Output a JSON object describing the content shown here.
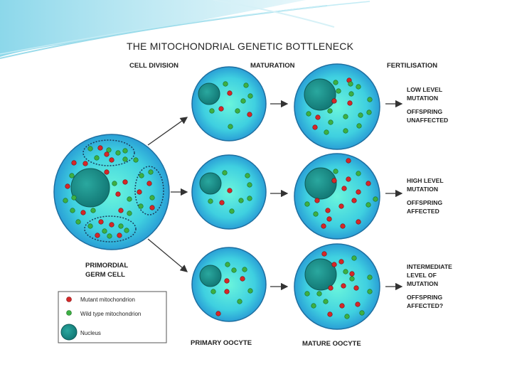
{
  "title": "THE MITOCHONDRIAL GENETIC BOTTLENECK",
  "stages": {
    "cell_division": "CELL DIVISION",
    "maturation": "MATURATION",
    "fertilisation": "FERTILISATION"
  },
  "cells": {
    "primordial": [
      "PRIMORDIAL",
      "GERM CELL"
    ],
    "primary_oocyte": "PRIMARY OOCYTE",
    "mature_oocyte": "MATURE OOCYTE"
  },
  "outcomes": [
    {
      "level": [
        "LOW LEVEL",
        "MUTATION"
      ],
      "result": [
        "OFFSPRING",
        "UNAFFECTED"
      ]
    },
    {
      "level": [
        "HIGH LEVEL",
        "MUTATION"
      ],
      "result": [
        "OFFSPRING",
        "AFFECTED"
      ]
    },
    {
      "level": [
        "INTERMEDIATE",
        "LEVEL OF",
        "MUTATION"
      ],
      "result": [
        "OFFSPRING",
        "AFFECTED?"
      ]
    }
  ],
  "legend": {
    "mutant": "Mutant mitochondrion",
    "wild": "Wild type mitochondrion",
    "nucleus": "Nucleus"
  },
  "colors": {
    "cell_outer": "#2b9fd6",
    "cell_inner": "#5ef0d8",
    "nucleus": "#18908a",
    "mutant": "#d62728",
    "wild": "#3cb043",
    "arrow": "#333333"
  }
}
